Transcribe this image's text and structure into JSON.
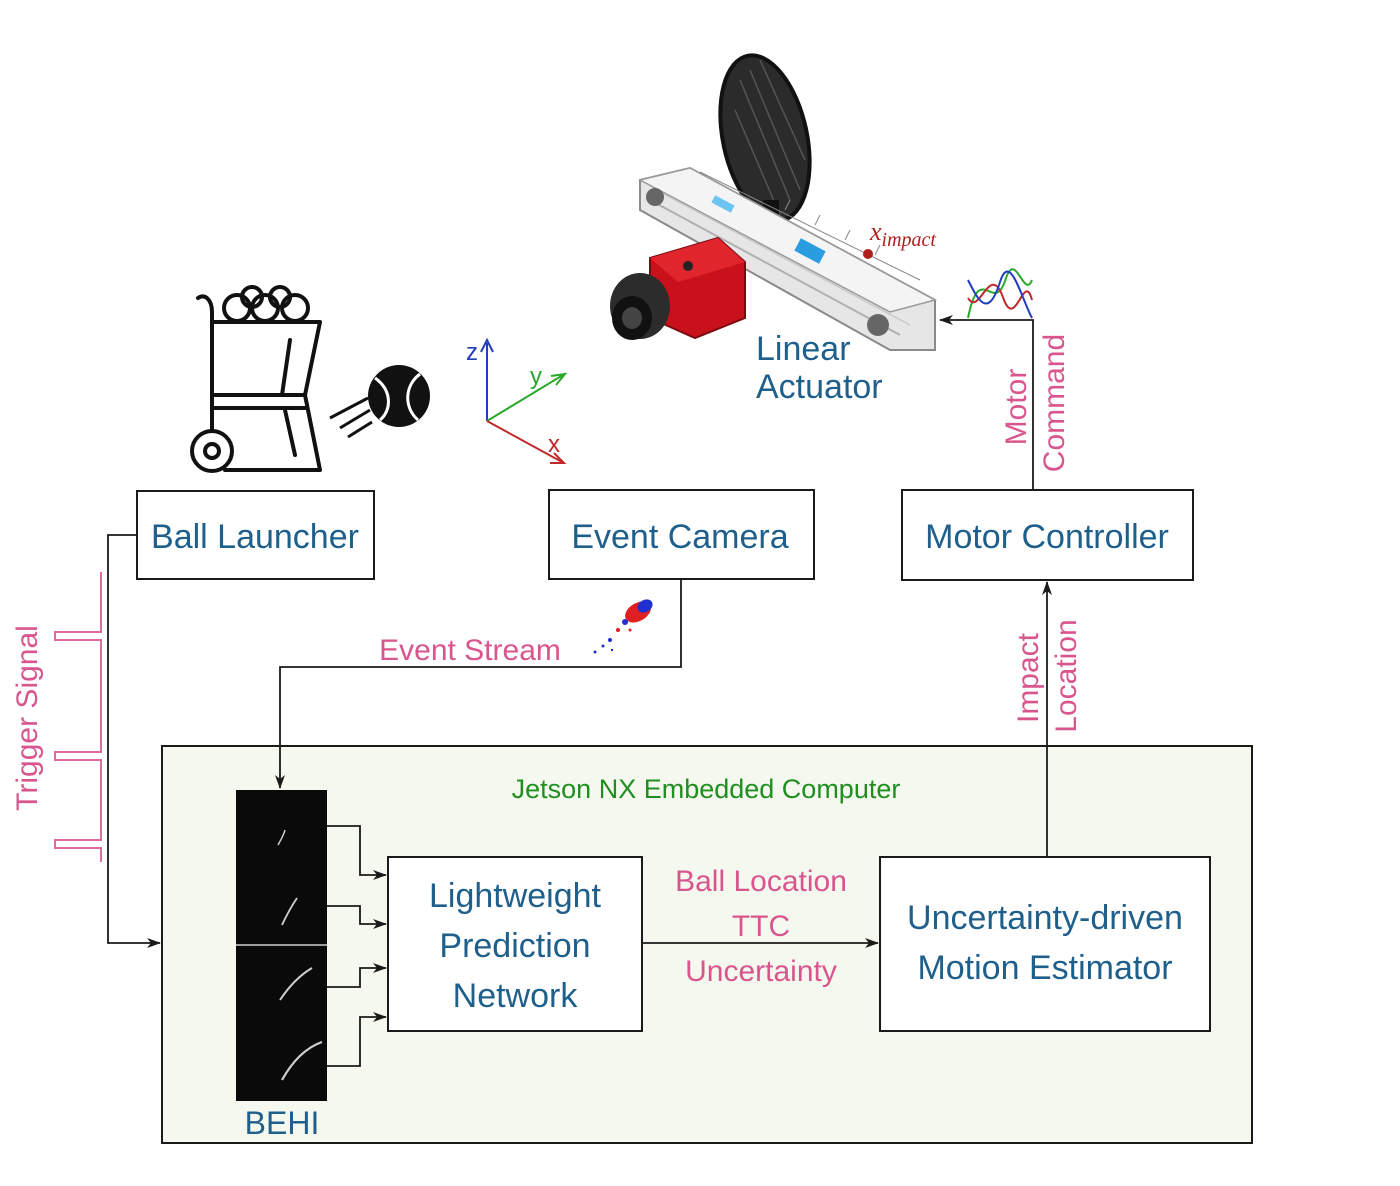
{
  "boxes": {
    "ball_launcher": "Ball Launcher",
    "event_camera": "Event Camera",
    "motor_controller": "Motor Controller",
    "lightweight_net": [
      "Lightweight",
      "Prediction",
      "Network"
    ],
    "motion_estimator": [
      "Uncertainty-driven",
      "Motion Estimator"
    ]
  },
  "computer_label": "Jetson NX Embedded Computer",
  "behi_label": "BEHI",
  "actuator_label": [
    "Linear",
    "Actuator"
  ],
  "impact_label": "x",
  "impact_subscript": "impact",
  "signals": {
    "trigger": "Trigger Signal",
    "event_stream": "Event Stream",
    "motor_command": [
      "Motor",
      "Command"
    ],
    "impact_location": [
      "Impact",
      "Location"
    ],
    "outputs": [
      "Ball Location",
      "TTC",
      "Uncertainty"
    ]
  },
  "axes": {
    "z": "z",
    "y": "y",
    "x": "x"
  },
  "colors": {
    "box_text": "#1f5f8b",
    "signal_text": "#d9558e",
    "computer_text": "#1f8f1f",
    "computer_bg": "#f5f8ee",
    "axis_z": "#1f3fbf",
    "axis_y": "#2aa82a",
    "axis_x": "#c0282a"
  },
  "icons": [
    "ball-launcher-icon",
    "tennis-ball-icon",
    "event-camera-icon",
    "linear-actuator-icon",
    "net-icon",
    "sine-waves-icon",
    "event-stream-icon",
    "behi-frames-icon"
  ]
}
